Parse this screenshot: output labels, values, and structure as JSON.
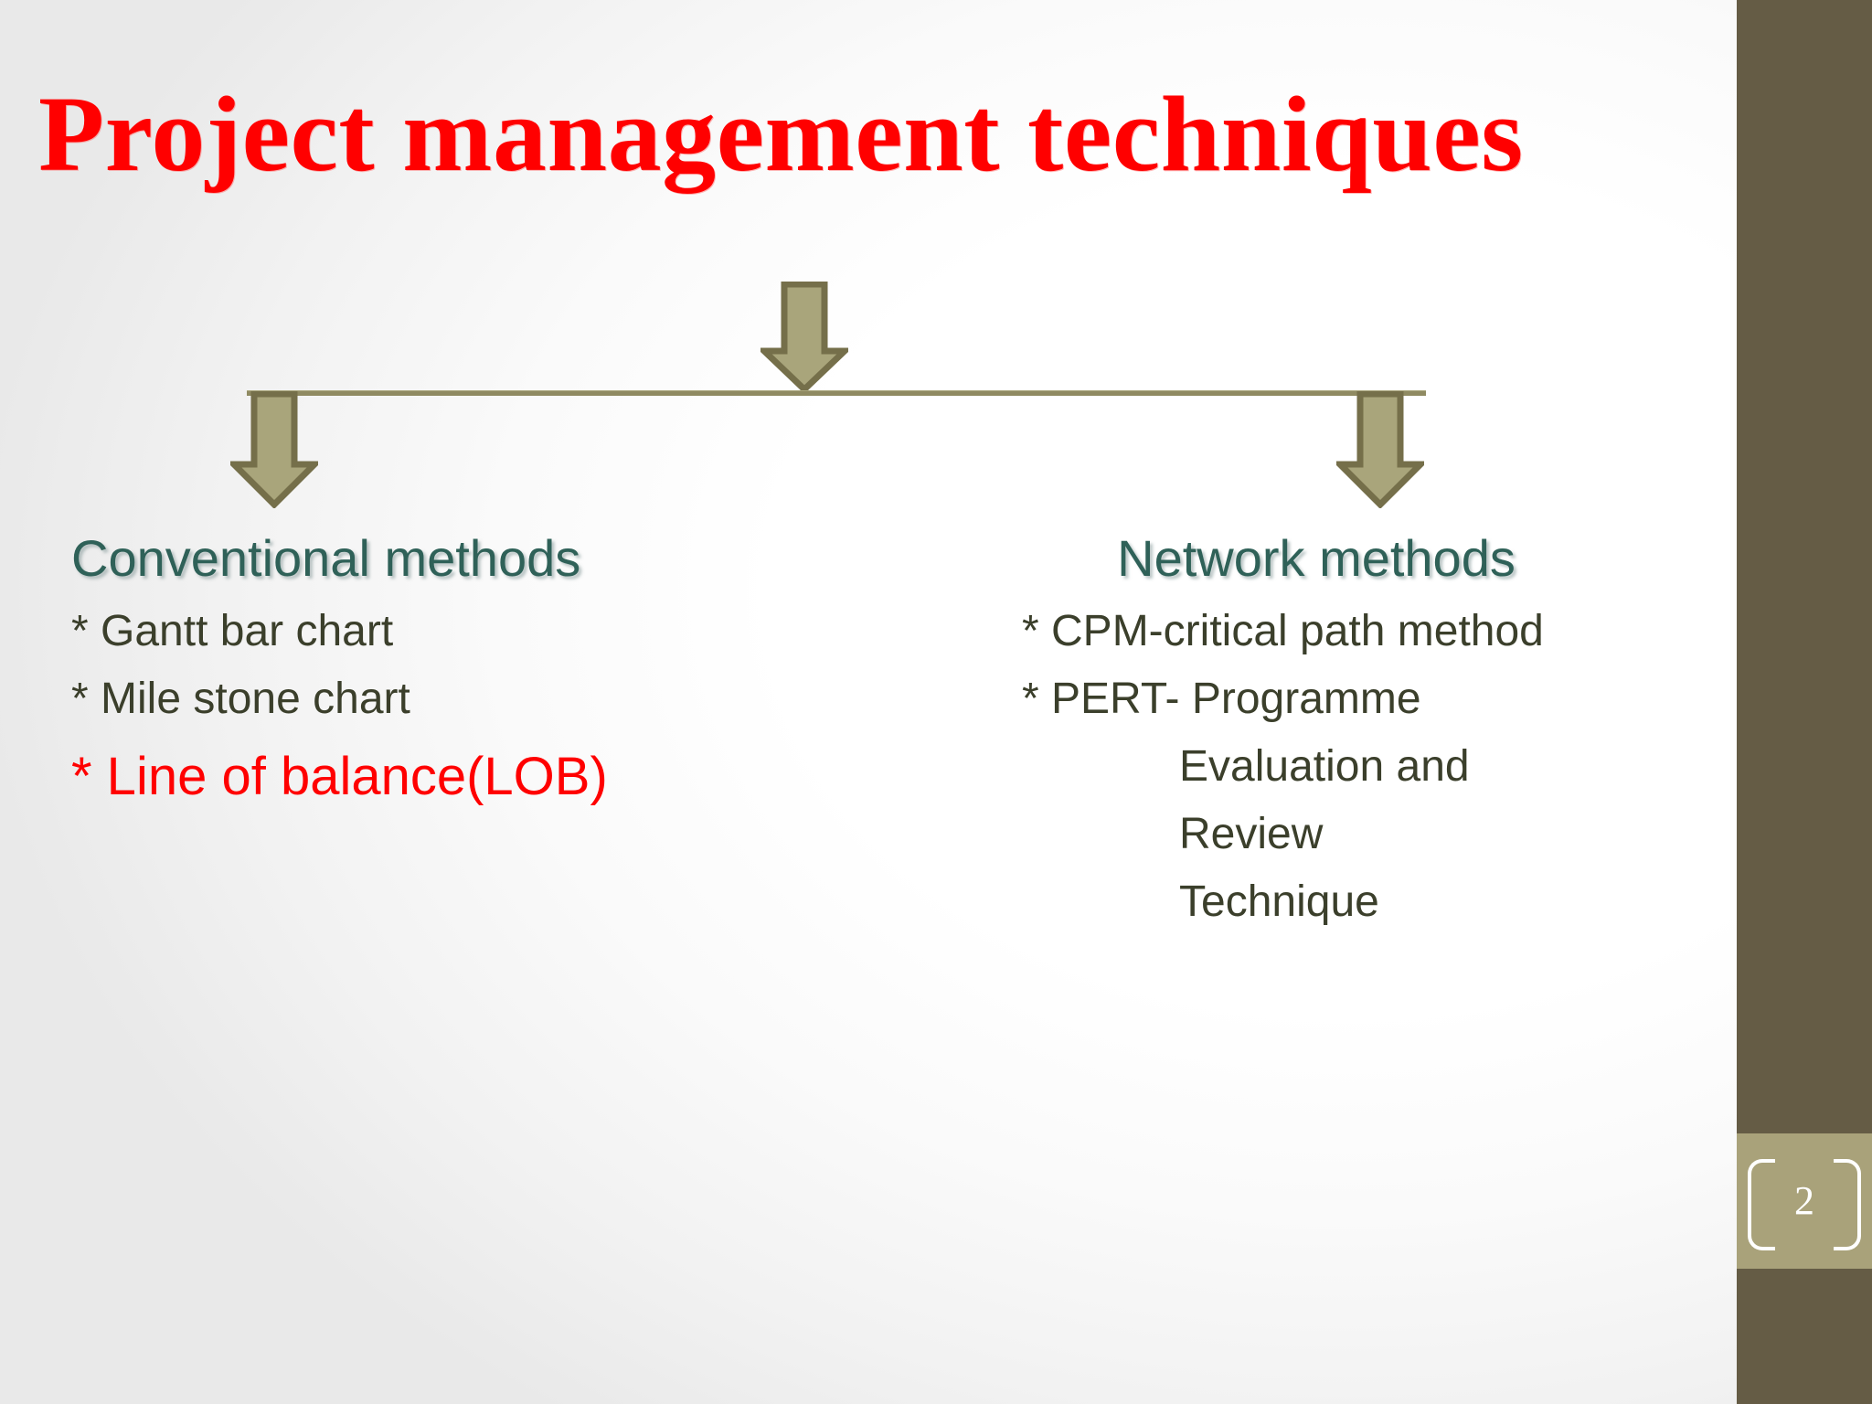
{
  "slide": {
    "title": "Project management techniques",
    "page_number": "2",
    "accent_red": "#FF0000",
    "heading_teal": "#2F6158",
    "body_olive": "#3B3F2B",
    "sidebar_dark": "#655C45",
    "sidebar_band": "#A9A27A",
    "arrow_fill": "#A9A57B",
    "arrow_stroke": "#756F4A"
  },
  "diagram": {
    "top_arrow_name": "down-arrow-icon",
    "left_arrow_name": "down-arrow-icon",
    "right_arrow_name": "down-arrow-icon"
  },
  "columns": {
    "left": {
      "heading": "Conventional methods",
      "items": [
        "* Gantt bar chart",
        "* Mile stone chart"
      ],
      "highlight": "* Line of balance(LOB)"
    },
    "right": {
      "heading": "Network methods",
      "items": [
        "* CPM-critical path method",
        "* PERT- Programme"
      ],
      "continuation": [
        "Evaluation and",
        "Review",
        "Technique"
      ]
    }
  }
}
